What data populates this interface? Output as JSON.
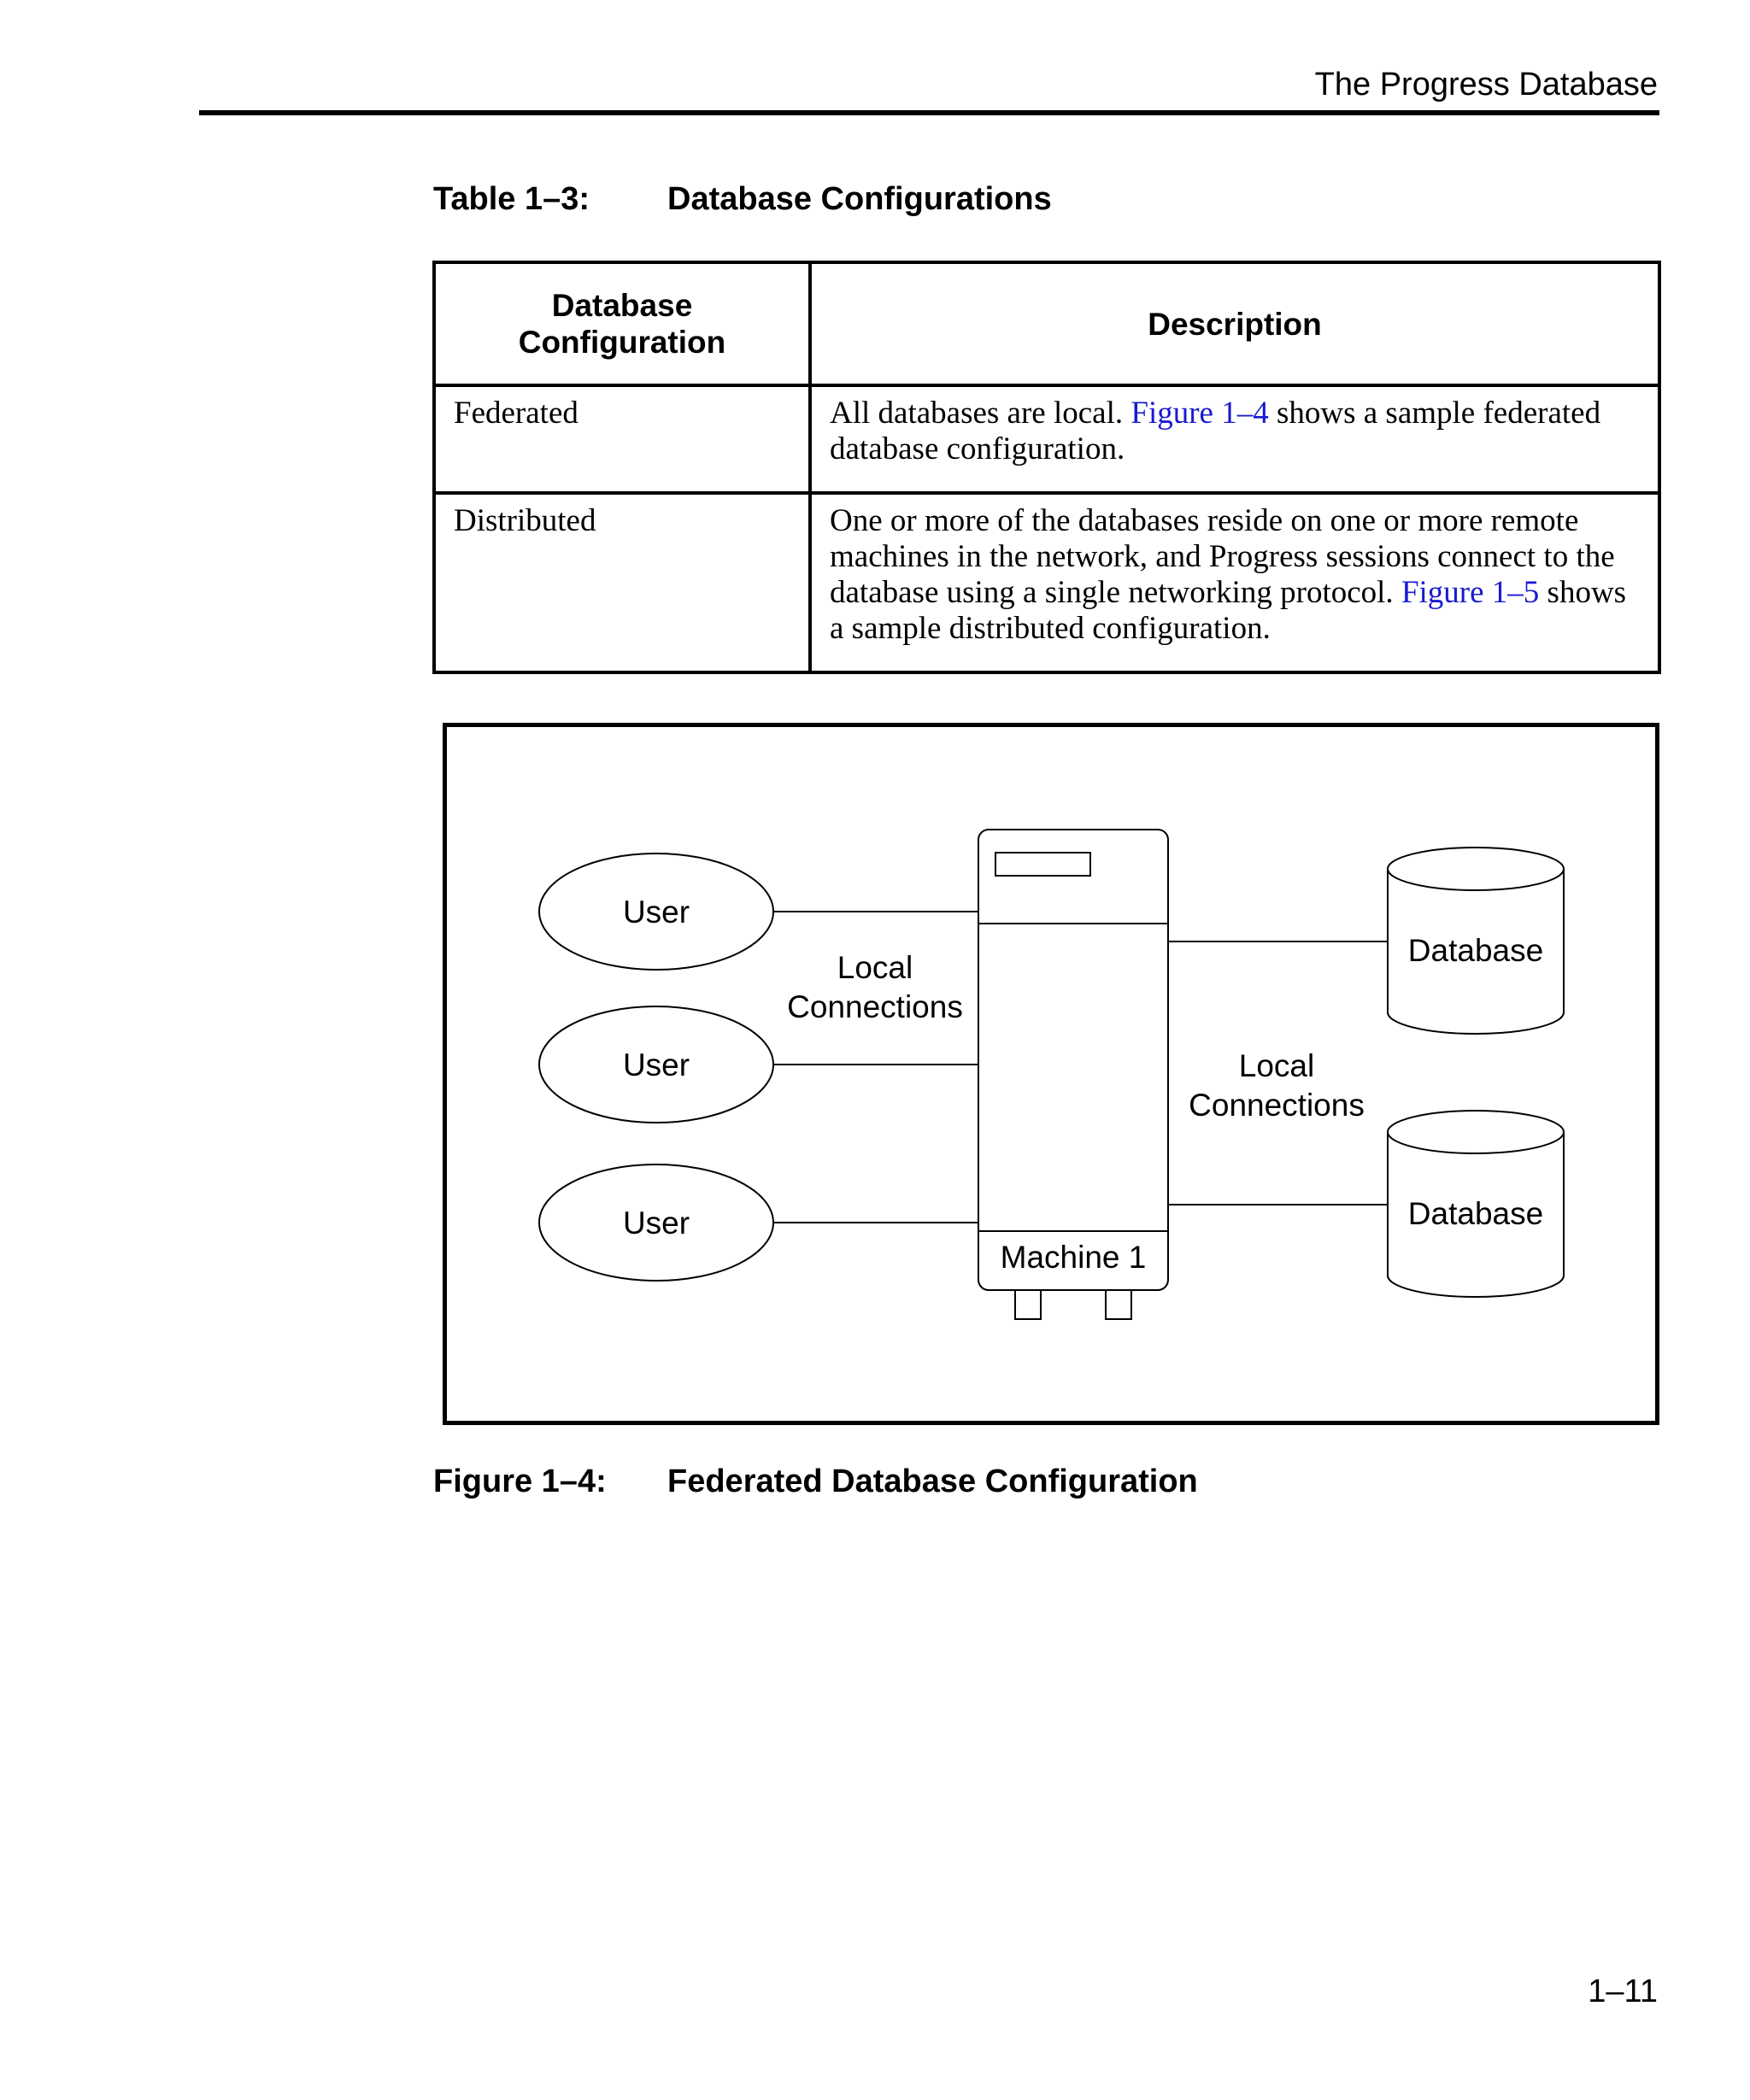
{
  "header": {
    "running_title": "The Progress Database"
  },
  "table": {
    "caption_number": "Table 1–3:",
    "caption_title": "Database Configurations",
    "headers": [
      "Database Configuration",
      "Description"
    ],
    "rows": [
      {
        "configuration": "Federated",
        "description_before": "All databases are local. ",
        "description_link": "Figure 1–4",
        "description_after": " shows a sample federated database configuration."
      },
      {
        "configuration": "Distributed",
        "description_before": "One or more of the databases reside on one or more remote machines in the network, and Progress sessions connect to the database using a single networking protocol. ",
        "description_link": "Figure 1–5",
        "description_after": " shows a sample distributed configuration."
      }
    ]
  },
  "figure": {
    "caption_number": "Figure 1–4:",
    "caption_title": "Federated Database Configuration",
    "users": [
      "User",
      "User",
      "User"
    ],
    "connections_left": [
      "Local",
      "Connections"
    ],
    "connections_right": [
      "Local",
      "Connections"
    ],
    "machine_label": "Machine 1",
    "databases": [
      "Database",
      "Database"
    ]
  },
  "footer": {
    "page_number": "1–11"
  }
}
